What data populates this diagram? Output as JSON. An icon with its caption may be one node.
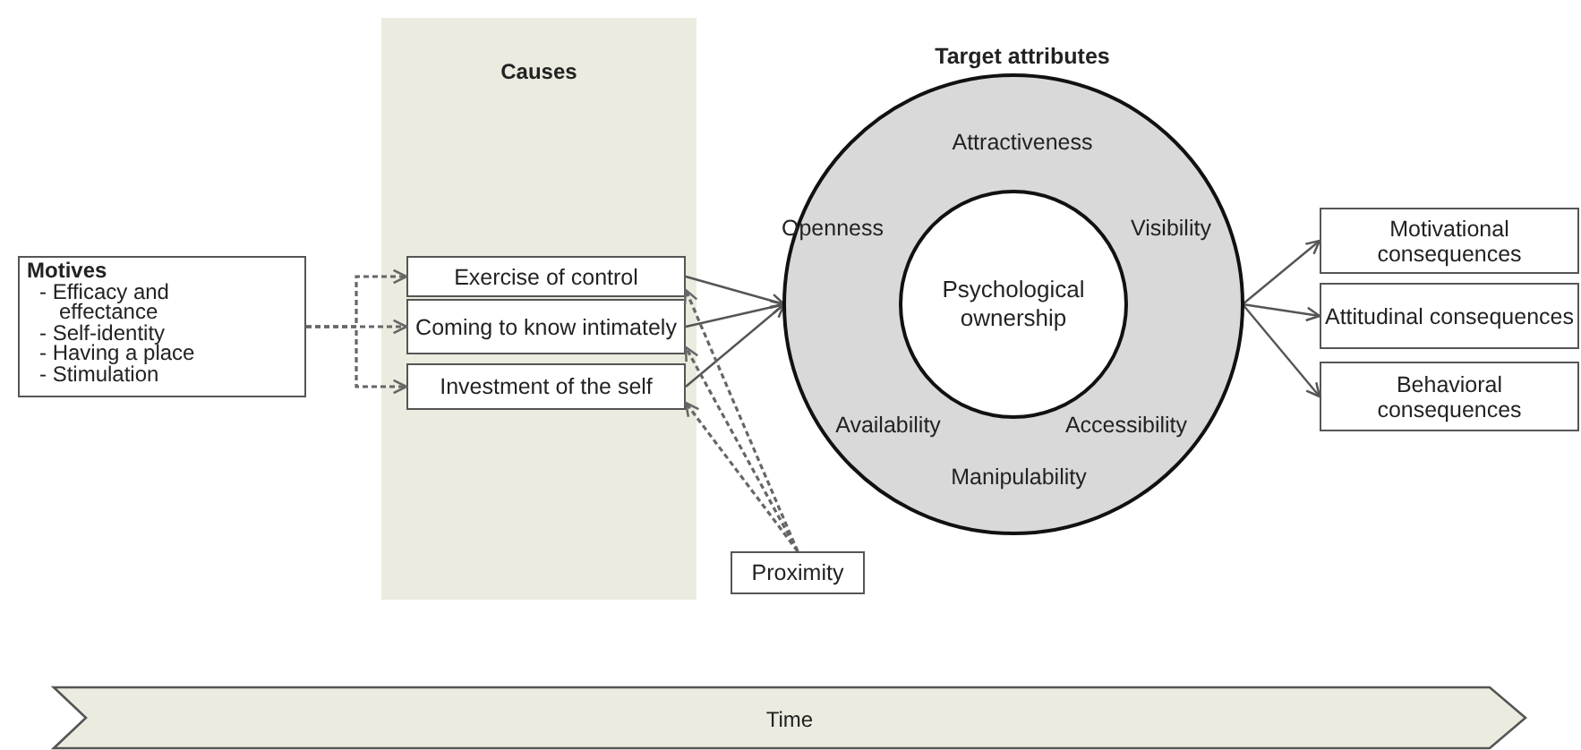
{
  "diagram": {
    "nodes": [
      {
        "text": [
          "Causes"
        ]
      },
      {
        "text": [
          "Exercise of control"
        ],
        "in": 0
      },
      {
        "text": [
          "Coming to know intimately"
        ],
        "in": 0
      },
      {
        "text": [
          "Investment of the self"
        ],
        "in": 0
      },
      {
        "text": [
          "Motives",
          "- Efficacy and effectance",
          "- Self-identity",
          "- Having a place",
          "- Stimulation"
        ]
      },
      {
        "text": [
          "Target attributes",
          "Attractiveness",
          "Openness",
          "Visibility",
          "Availability",
          "Accessibility",
          "Manipulability"
        ]
      },
      {
        "text": [
          "Psychological ownership"
        ],
        "in": 5
      },
      {
        "text": [
          "Motivational consequences"
        ]
      },
      {
        "text": [
          "Attitudinal consequences"
        ]
      },
      {
        "text": [
          "Behavioral consequences"
        ]
      },
      {
        "text": [
          "Proximity"
        ]
      },
      {
        "text": [
          "Time"
        ]
      }
    ],
    "edges": [
      {
        "from": 4,
        "to": 1,
        "arrow": "to",
        "style": "dashed"
      },
      {
        "from": 4,
        "to": 2,
        "arrow": "to",
        "style": "dashed"
      },
      {
        "from": 4,
        "to": 3,
        "arrow": "to",
        "style": "dashed"
      },
      {
        "from": 1,
        "to": 5,
        "arrow": "to"
      },
      {
        "from": 2,
        "to": 5,
        "arrow": "to"
      },
      {
        "from": 3,
        "to": 5,
        "arrow": "to"
      },
      {
        "from": 5,
        "to": 7,
        "arrow": "to"
      },
      {
        "from": 5,
        "to": 8,
        "arrow": "to"
      },
      {
        "from": 5,
        "to": 9,
        "arrow": "to"
      },
      {
        "from": 10,
        "to": 1,
        "arrow": "to",
        "style": "dashed"
      },
      {
        "from": 10,
        "to": 2,
        "arrow": "to",
        "style": "dashed"
      },
      {
        "from": 10,
        "to": 3,
        "arrow": "to",
        "style": "dashed"
      }
    ]
  }
}
